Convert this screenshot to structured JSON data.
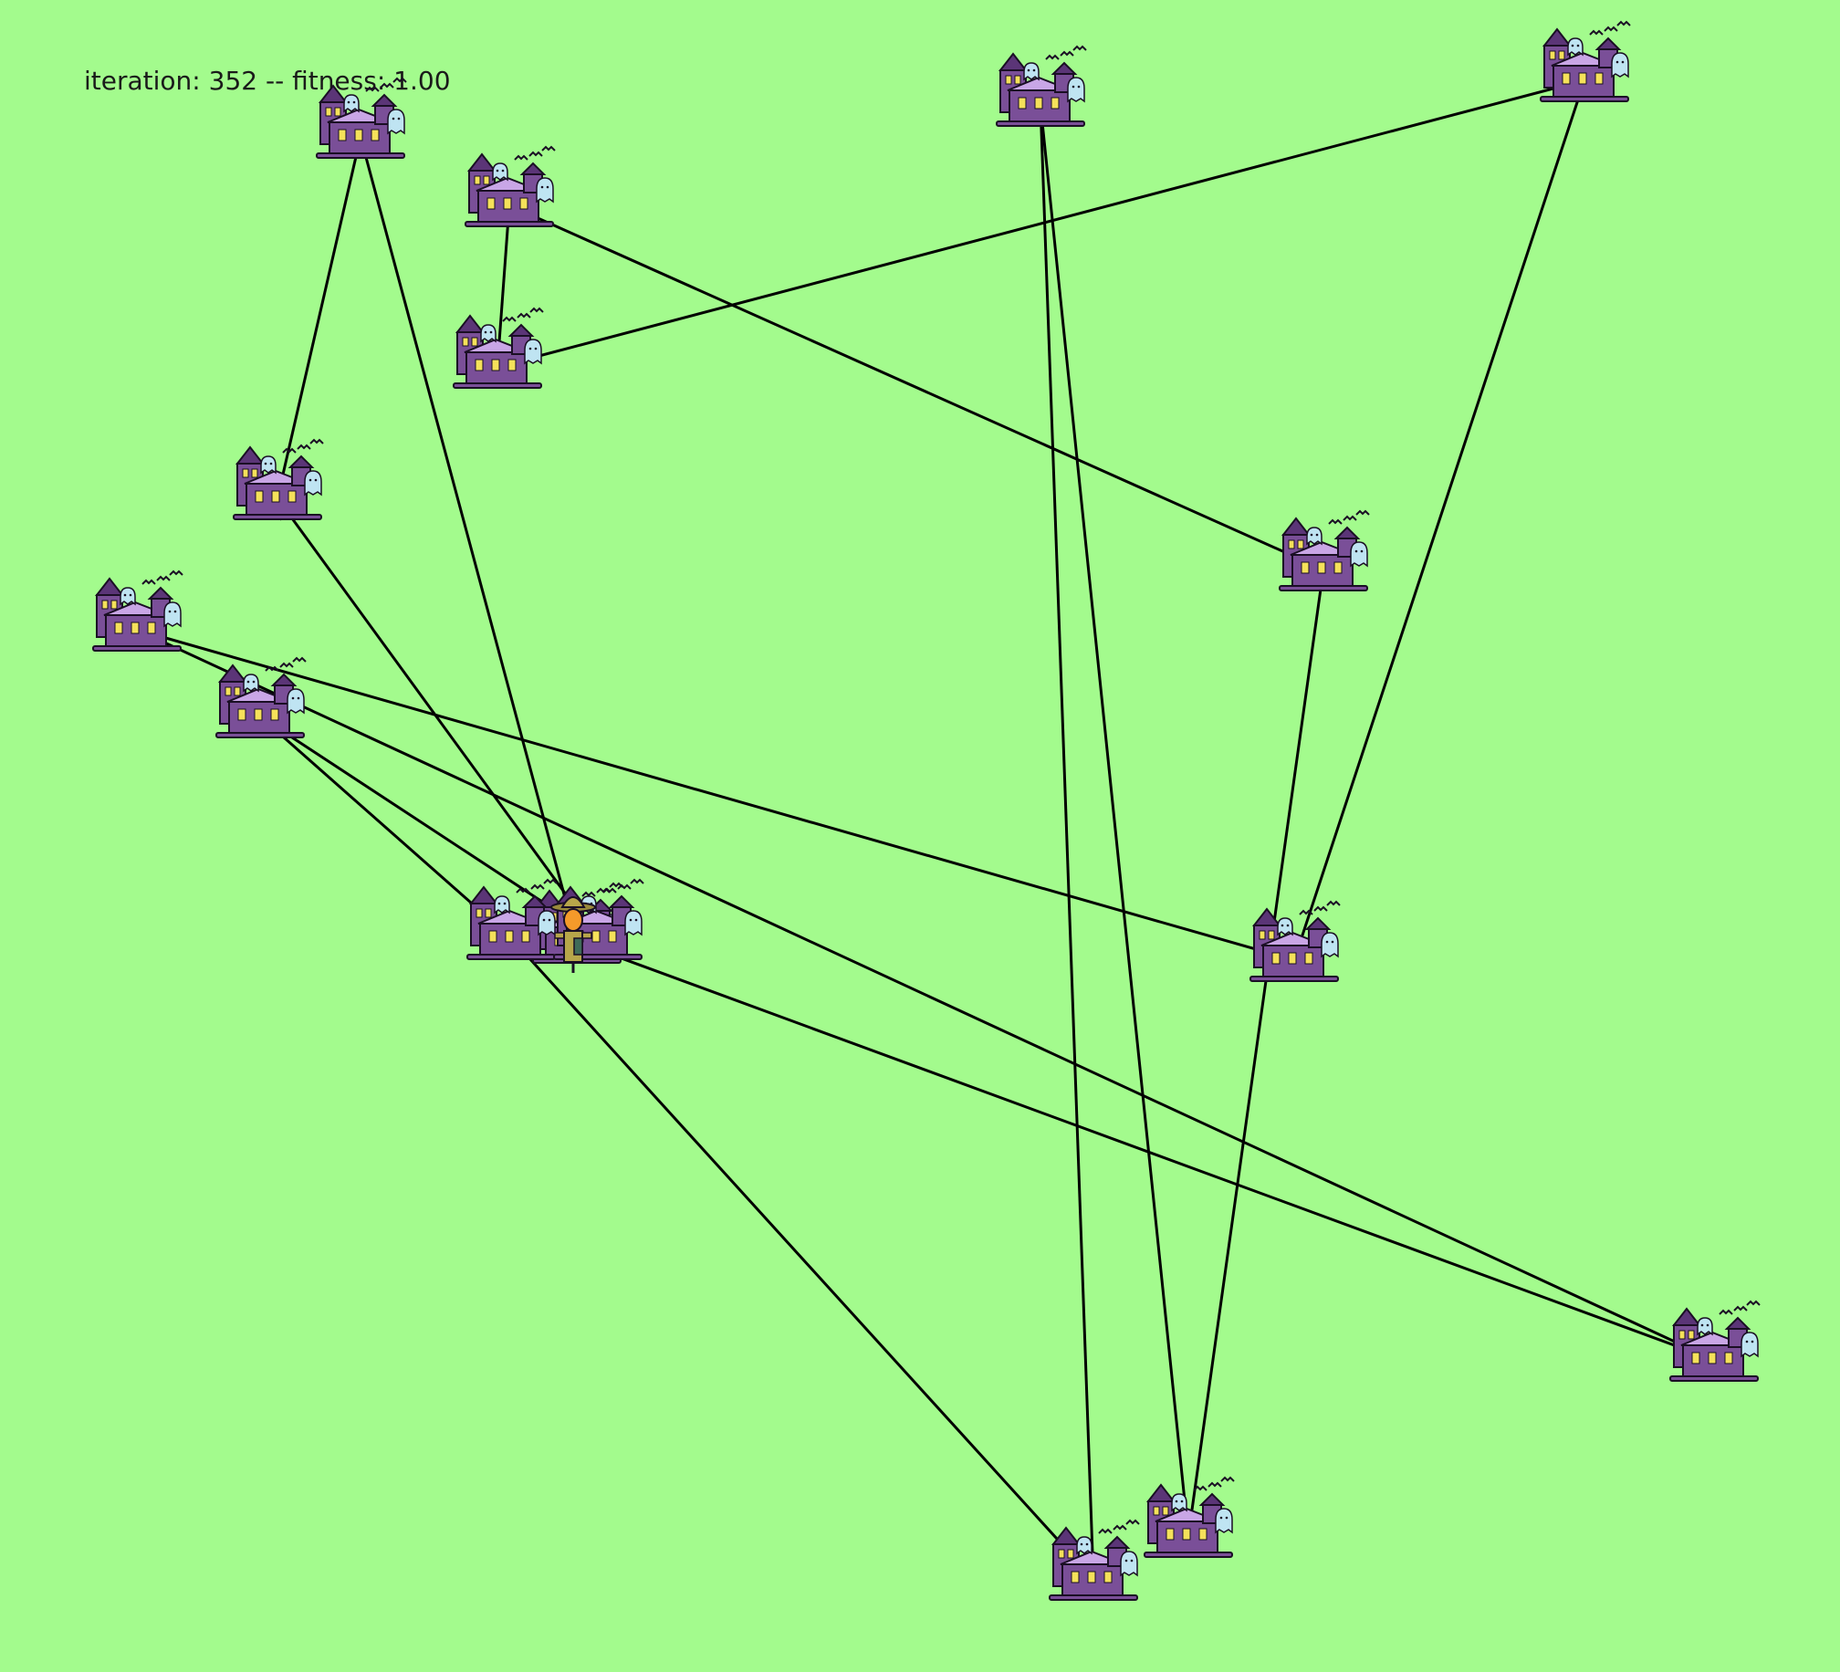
{
  "status": {
    "iteration_label": "iteration:",
    "iteration": 352,
    "separator": "--",
    "fitness_label": "fitness:",
    "fitness": "1.00",
    "text": "iteration: 352 -- fitness: 1.00"
  },
  "colors": {
    "background": "#a3fb8d",
    "house": "#7a4f98",
    "house_dark": "#5b3577",
    "roof_trim": "#c9a6e6",
    "window": "#f5e15a",
    "ghost": "#bfe4f2",
    "path": "#000000"
  },
  "icons": {
    "house": "haunted-house-icon",
    "agent": "scarecrow-icon"
  },
  "tour": {
    "start_house": 0,
    "order": [
      0,
      9,
      1,
      8,
      6,
      3,
      4,
      7,
      10,
      5,
      11,
      14,
      13,
      15,
      2,
      12,
      0
    ]
  }
}
